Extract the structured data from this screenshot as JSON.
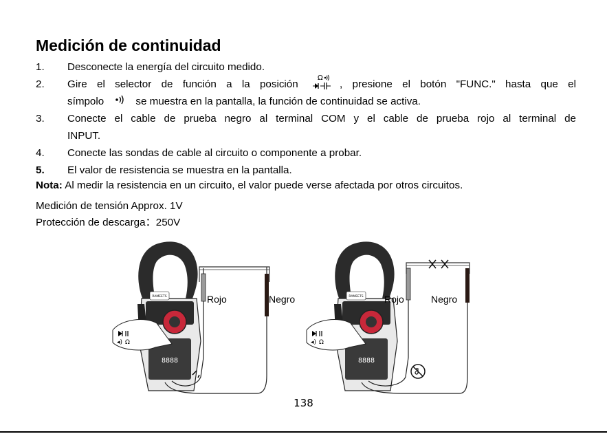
{
  "heading": "Medición de continuidad",
  "steps": [
    {
      "num": "1.",
      "text": "Desconecte la energía del circuito medido."
    },
    {
      "num": "2.",
      "text_a": "Gire el selector de función a la posición",
      "text_b": ", presione el botón \"FUNC.\" hasta que el",
      "text_c": "símpolo",
      "text_d": "se muestra en la pantalla, la función de continuidad se activa."
    },
    {
      "num": "3.",
      "text_a": "Conecte el cable de prueba negro al terminal COM y el cable de prueba rojo al terminal de",
      "text_b": "INPUT."
    },
    {
      "num": "4.",
      "text": "Conecte las sondas de cable al circuito o componente a probar."
    },
    {
      "num": "5.",
      "text": "El valor de resistencia se muestra en la pantalla."
    }
  ],
  "note": {
    "label": "Nota:",
    "text": " Al medir la resistencia en un circuito, el valor puede verse afectada por otros circuitos."
  },
  "spec_voltage": "Medición de tensión Approx. 1V",
  "spec_protection": "Protección de descarga：250V",
  "diagram": {
    "label_red": "Rojo",
    "label_black": "Negro",
    "dial_symbols": "Ω",
    "brand": "RAMEETS",
    "display_digits": "8888",
    "colors": {
      "meter_body": "#2b2b2b",
      "meter_accent": "#c8283a",
      "display": "#1c1c1c",
      "probe_black": "#2a1a14",
      "probe_red": "#9a9a9a"
    }
  },
  "page_number": "138"
}
